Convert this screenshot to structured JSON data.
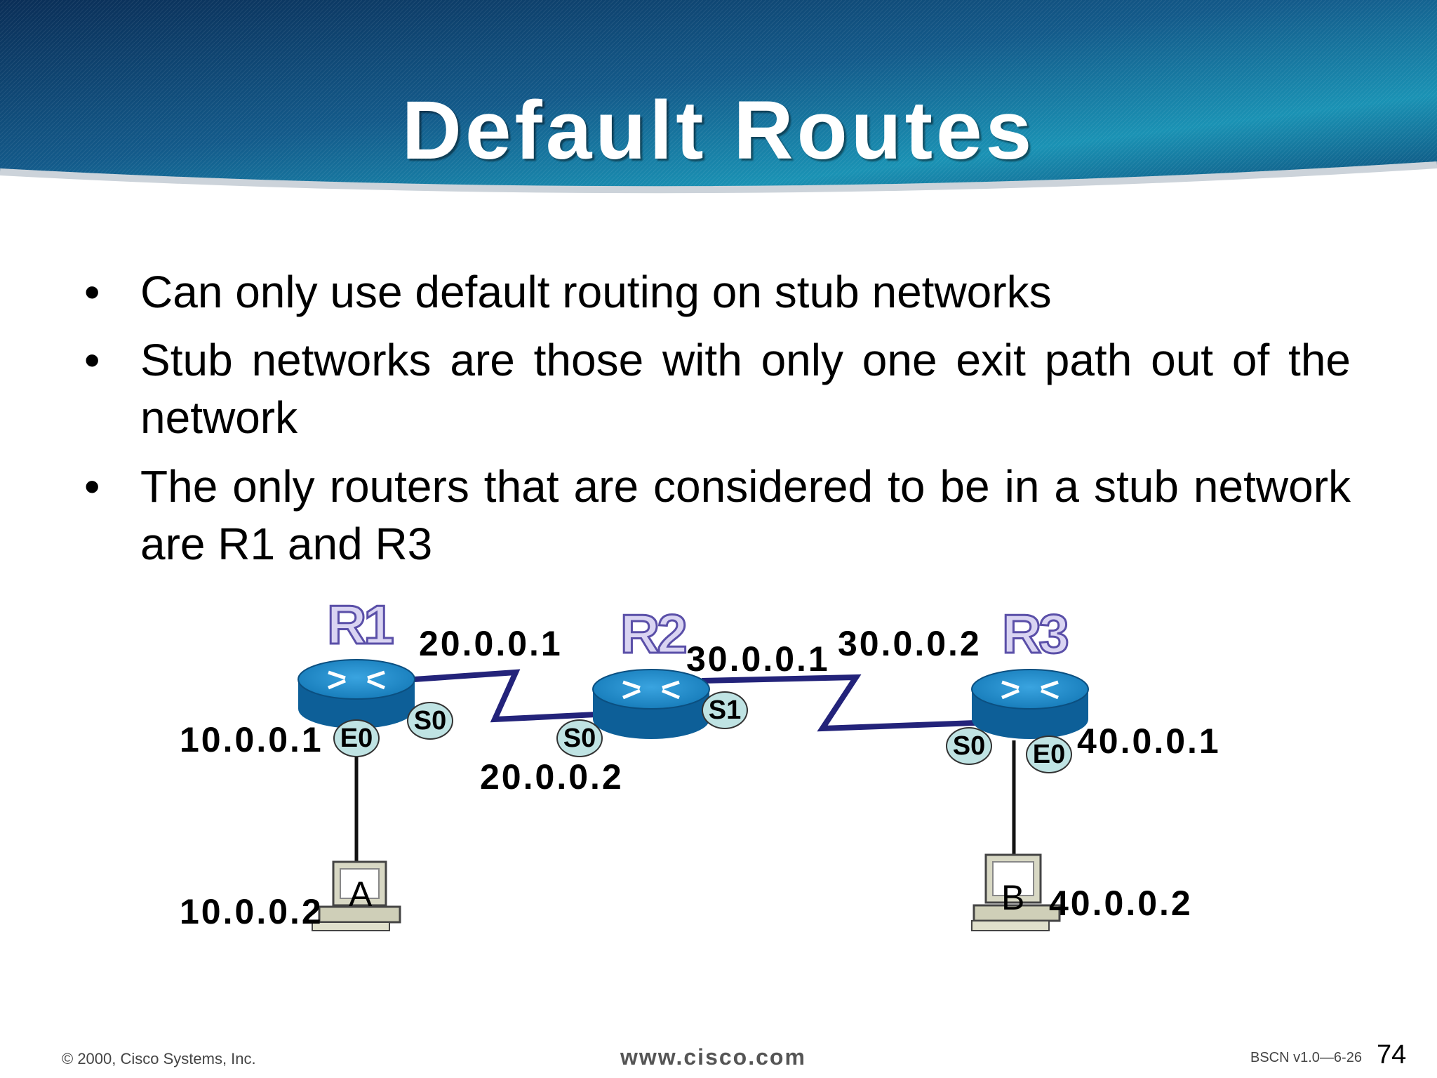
{
  "slide": {
    "title": "Default Routes",
    "bullets": [
      "Can only use default routing on stub networks",
      "Stub networks are those with only one exit path out of the network",
      "The only routers that are considered to be in a stub network are R1 and R3"
    ]
  },
  "diagram": {
    "routers": [
      "R1",
      "R2",
      "R3"
    ],
    "hosts": [
      "A",
      "B"
    ],
    "ports": [
      "E0",
      "S0",
      "S0",
      "S1",
      "S0",
      "E0"
    ],
    "addresses": [
      "10.0.0.1",
      "20.0.0.1",
      "20.0.0.2",
      "30.0.0.1",
      "30.0.0.2",
      "40.0.0.1",
      "10.0.0.2",
      "40.0.0.2"
    ]
  },
  "footer": {
    "copyright": "© 2000, Cisco Systems, Inc.",
    "website": "www.cisco.com",
    "course": "BSCN v1.0—6-26",
    "page": "74"
  },
  "colors": {
    "banner_dark": "#0b3560",
    "banner_light": "#1b8fb0",
    "router_blue": "#1b86c9",
    "serial_link": "#2a2a8a",
    "port_fill": "#bfe3e3"
  }
}
